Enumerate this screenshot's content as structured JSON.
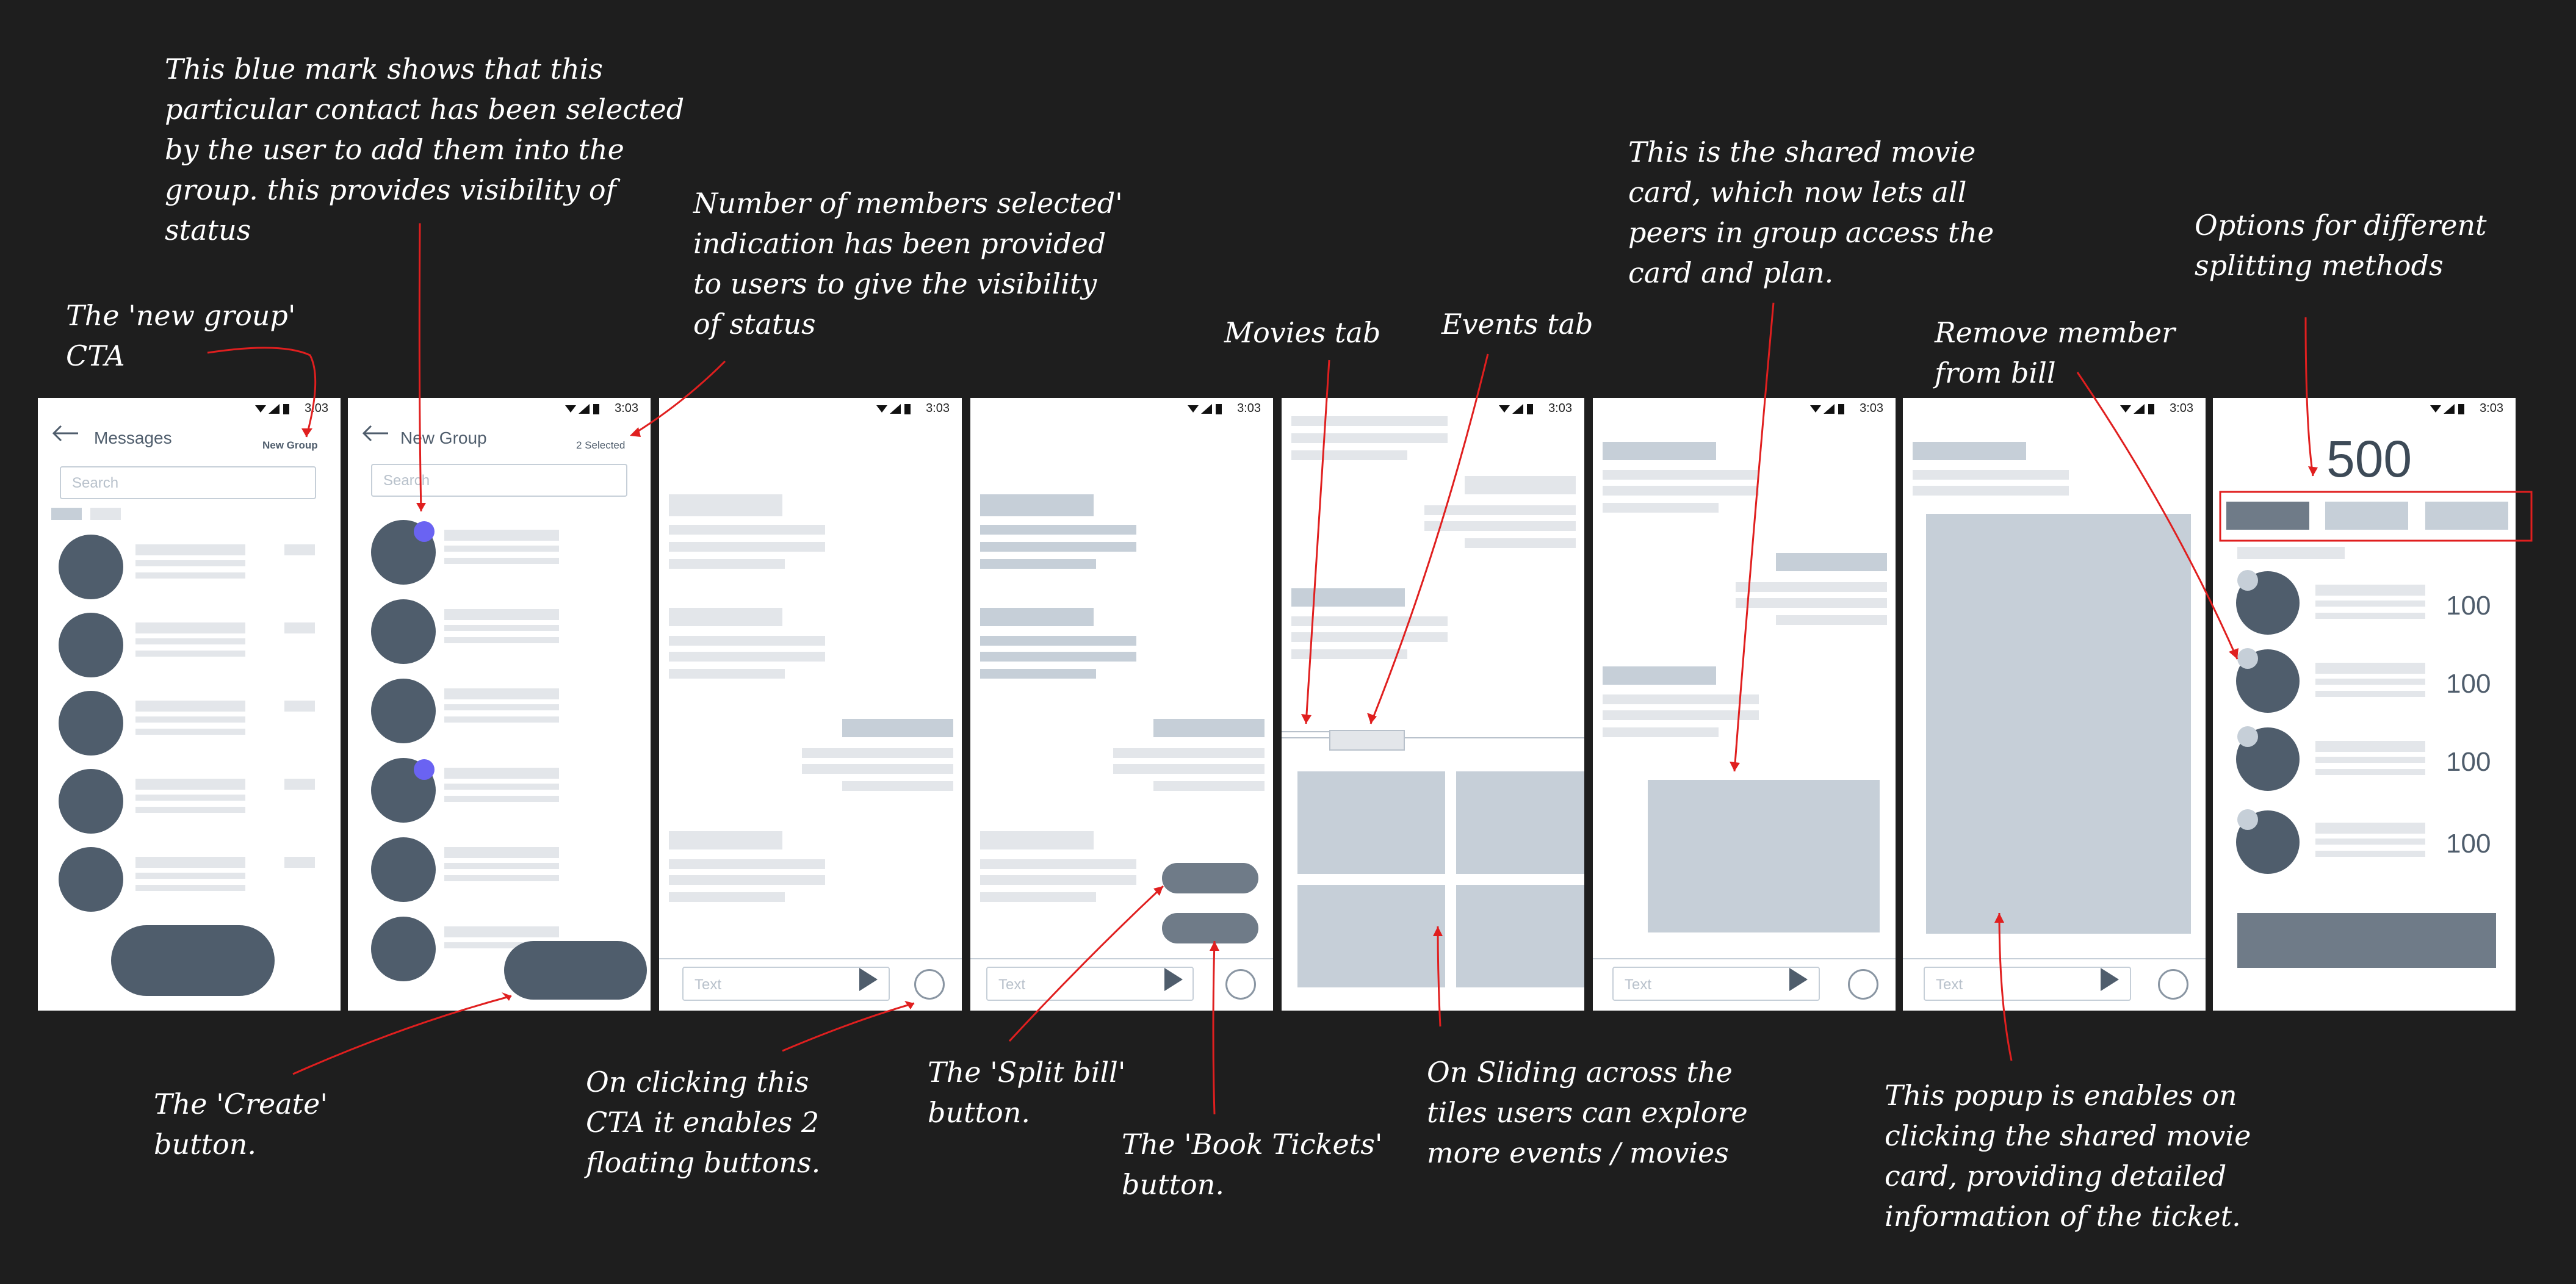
{
  "annotations": {
    "blue_mark": "This blue mark shows that this\nparticular contact has been selected\nby the user to add them into the\ngroup. this provides visibility of\nstatus",
    "new_group_cta": "The 'new group'\nCTA",
    "members_selected": "Number of members selected'\nindication has been provided\nto users to give the visibility\nof status",
    "movies_tab": "Movies tab",
    "events_tab": "Events tab",
    "shared_card": "This is the shared movie\ncard, which now lets all\npeers in group access the\ncard and plan.",
    "remove_member": "Remove member\nfrom bill",
    "splitting_options": "Options for different\nsplitting methods",
    "create_button": "The 'Create'\nbutton.",
    "floating_buttons": "On clicking this\nCTA it enables 2\nfloating buttons.",
    "split_bill": "The 'Split bill'\nbutton.",
    "book_tickets": "The 'Book Tickets'\nbutton.",
    "sliding_tiles": "On Sliding across the\ntiles users can explore\nmore events / movies",
    "popup": "This popup is  enables on\nclicking the shared movie\ncard, providing detailed\ninformation of the ticket."
  },
  "status_time": "3:03",
  "screen1": {
    "title": "Messages",
    "action": "New Group",
    "search_placeholder": "Search"
  },
  "screen2": {
    "title": "New Group",
    "selected_count": "2 Selected",
    "search_placeholder": "Search"
  },
  "input_placeholder": "Text",
  "bill": {
    "total": "500",
    "member_amounts": [
      "100",
      "100",
      "100",
      "100"
    ]
  },
  "colors": {
    "background": "#1e1e1e",
    "annotation_line": "#e01f1f",
    "selected_dot": "#6a63f2",
    "dark_ui": "#4f5d6c",
    "placeholder_ui": "#c6cfd8"
  }
}
